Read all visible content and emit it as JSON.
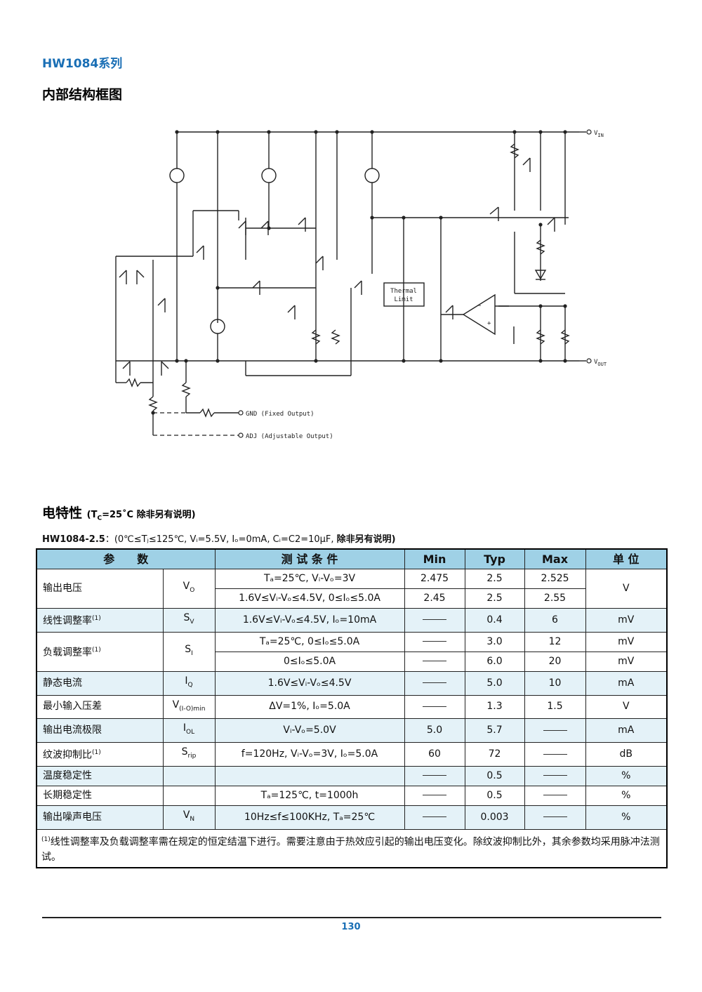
{
  "header": {
    "series_title": "HW1084系列",
    "block_diagram_title": "内部结构框图"
  },
  "schematic": {
    "vin_label": "V",
    "vin_sub": "IN",
    "vout_label": "V",
    "vout_sub": "OUT",
    "gnd_label": "GND (Fixed Output)",
    "adj_label": "ADJ (Adjustable Output)",
    "thermal_line1": "Thermal",
    "thermal_line2": "Limit"
  },
  "electrical": {
    "title": "电特性",
    "title_cond_prefix": "(T",
    "title_cond_sub": "C",
    "title_cond_suffix": "=25˚C 除非另有说明)",
    "model": "HW1084-2.5",
    "conditions": "：(0℃≤Tⱼ≤125℃, Vᵢ=5.5V, Iₒ=0mA, Cᵢ=C2=10μF, ",
    "conditions_tail": "除非另有说明)"
  },
  "table": {
    "headers": {
      "param": "参　　数",
      "cond": "测 试 条 件",
      "min": "Min",
      "typ": "Typ",
      "max": "Max",
      "unit": "单 位"
    },
    "rows": {
      "r1": {
        "name": "输出电压",
        "sym": "V",
        "sym_sub": "O",
        "unit": "V",
        "c1": "Tₐ=25℃, Vᵢ-Vₒ=3V",
        "min1": "2.475",
        "typ1": "2.5",
        "max1": "2.525",
        "c2": "1.6V≤Vᵢ-Vₒ≤4.5V, 0≤Iₒ≤5.0A",
        "min2": "2.45",
        "typ2": "2.5",
        "max2": "2.55"
      },
      "r2": {
        "name": "线性调整率",
        "note": "(1)",
        "sym": "S",
        "sym_sub": "V",
        "c1": "1.6V≤Vᵢ-Vₒ≤4.5V, Iₒ=10mA",
        "typ1": "0.4",
        "max1": "6",
        "unit": "mV"
      },
      "r3": {
        "name": "负载调整率",
        "note": "(1)",
        "sym": "S",
        "sym_sub": "I",
        "c1": "Tₐ=25℃, 0≤Iₒ≤5.0A",
        "typ1": "3.0",
        "max1": "12",
        "unit1": "mV",
        "c2": "0≤Iₒ≤5.0A",
        "typ2": "6.0",
        "max2": "20",
        "unit2": "mV"
      },
      "r4": {
        "name": "静态电流",
        "sym": "I",
        "sym_sub": "Q",
        "c1": "1.6V≤Vᵢ-Vₒ≤4.5V",
        "typ1": "5.0",
        "max1": "10",
        "unit": "mA"
      },
      "r5": {
        "name": "最小输入压差",
        "sym": "V",
        "sym_sub": "(I-O)min",
        "c1": "ΔV=1%, Iₒ=5.0A",
        "typ1": "1.3",
        "max1": "1.5",
        "unit": "V"
      },
      "r6": {
        "name": "输出电流极限",
        "sym": "I",
        "sym_sub": "OL",
        "c1": "Vᵢ-Vₒ=5.0V",
        "min1": "5.0",
        "typ1": "5.7",
        "unit": "mA"
      },
      "r7": {
        "name": "纹波抑制比",
        "note": "(1)",
        "sym": "S",
        "sym_sub": "rip",
        "c1": "f=120Hz, Vᵢ-Vₒ=3V, Iₒ=5.0A",
        "min1": "60",
        "typ1": "72",
        "unit": "dB"
      },
      "r8": {
        "name": "温度稳定性",
        "typ1": "0.5",
        "unit": "%"
      },
      "r9": {
        "name": "长期稳定性",
        "c1": "Tₐ=125℃, t=1000h",
        "typ1": "0.5",
        "unit": "%"
      },
      "r10": {
        "name": "输出噪声电压",
        "sym": "V",
        "sym_sub": "N",
        "c1": "10Hz≤f≤100KHz, Tₐ=25℃",
        "typ1": "0.003",
        "unit": "%"
      }
    },
    "footnote_mark": "(1)",
    "footnote": "线性调整率及负载调整率需在规定的恒定结温下进行。需要注意由于热效应引起的输出电压变化。除纹波抑制比外，其余参数均采用脉冲法测试。"
  },
  "footer": {
    "page_number": "130"
  },
  "colors": {
    "accent": "#1a6fb5",
    "header_fill": "#9fd1e6",
    "alt_row_fill": "#e4f2f8"
  }
}
